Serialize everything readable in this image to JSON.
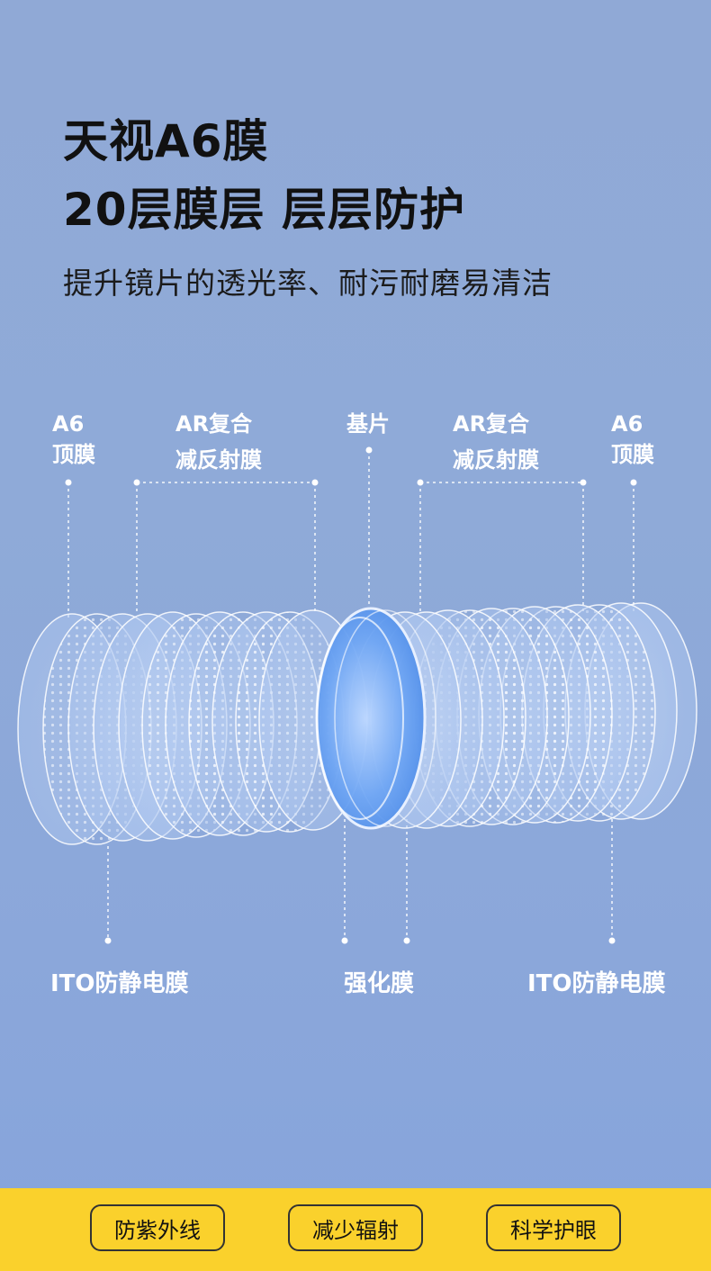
{
  "headline": {
    "line1": "天视A6膜",
    "line2": "20层膜层 层层防护",
    "subtitle": "提升镜片的透光率、耐污耐磨易清洁"
  },
  "diagram": {
    "top_labels": [
      {
        "line1": "A6",
        "line2": "顶膜"
      },
      {
        "line1": "AR复合",
        "line2": "减反射膜"
      },
      {
        "line1": "基片",
        "line2": ""
      },
      {
        "line1": "AR复合",
        "line2": "减反射膜"
      },
      {
        "line1": "A6",
        "line2": "顶膜"
      }
    ],
    "bottom_labels": [
      "ITO防静电膜",
      "强化膜",
      "ITO防静电膜"
    ]
  },
  "features": [
    "防紫外线",
    "减少辐射",
    "科学护眼"
  ],
  "colors": {
    "background": "#8faad8",
    "band": "#fad12c",
    "lens_center": "#5f9cf0",
    "text_dark": "#111111"
  }
}
